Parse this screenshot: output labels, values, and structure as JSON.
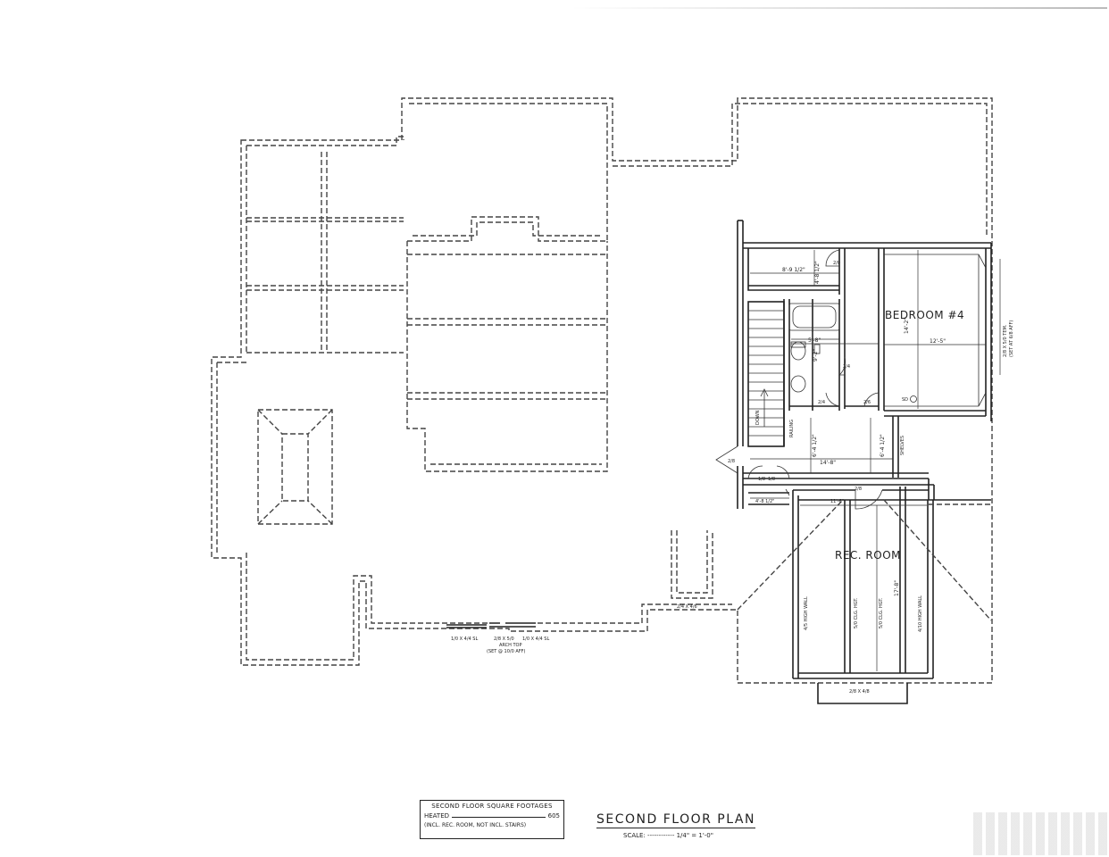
{
  "plan": {
    "rooms": {
      "bedroom": "BEDROOM #4",
      "rec_room": "REC. ROOM"
    },
    "dimensions": {
      "closet_width": "8'-9 1/2\"",
      "closet_depth": "4'-8 1/2\"",
      "bedroom_depth": "14'-2\"",
      "bedroom_width": "12'-5\"",
      "bath_width": "5'-8\"",
      "bath_depth": "9'-2\"",
      "hall_width": "14'-8\"",
      "hall_depth_left": "6'-4 1/2\"",
      "hall_depth_right": "6'-4 1/2\"",
      "landing_width": "4'-8 1/2\"",
      "rec_width": "11'-6\"",
      "rec_depth": "17'-8\""
    },
    "door_labels": {
      "closet_door": "2/0",
      "linen_door": "2/4",
      "bath_door": "2/4",
      "bedroom_door": "2/6",
      "hall_door": "2/8",
      "double_door_left": "1/8",
      "double_door_right": "1/8",
      "rec_door": "2/8"
    },
    "notes": {
      "stair_down": "DOWN",
      "railing": "RAILING",
      "shelves": "SHELVES",
      "smoke_detector": "SD",
      "rec_wall_left": "4/5 HIGH WALL",
      "rec_ceiling_left": "5/0 CLG. HGT.",
      "rec_ceiling_right": "5/0 CLG. HGT.",
      "rec_wall_right": "4/10 HIGH WALL",
      "window_right": "2/8 X 5/0 TEM.",
      "window_right_note": "(SET AT 6/8 AFF)",
      "window_small": "2/4 X 4/6",
      "window_rec_bottom": "2/8 X 4/8",
      "window_left": "1/0 X 4/4 SL",
      "window_center": "2/8 X 5/0",
      "window_center_note": "ARCH TOP",
      "window_center_set": "(SET @ 10/0 AFF)",
      "window_right2": "1/0 X 4/4 SL"
    }
  },
  "sqft_box": {
    "title": "SECOND FLOOR SQUARE FOOTAGES",
    "heated_label": "HEATED",
    "heated_value": "605",
    "note": "(INCL. REC. ROOM, NOT INCL. STAIRS)"
  },
  "title_block": {
    "title": "SECOND FLOOR PLAN",
    "scale_label": "SCALE:",
    "scale_value": "1/4\" = 1'-0\""
  }
}
